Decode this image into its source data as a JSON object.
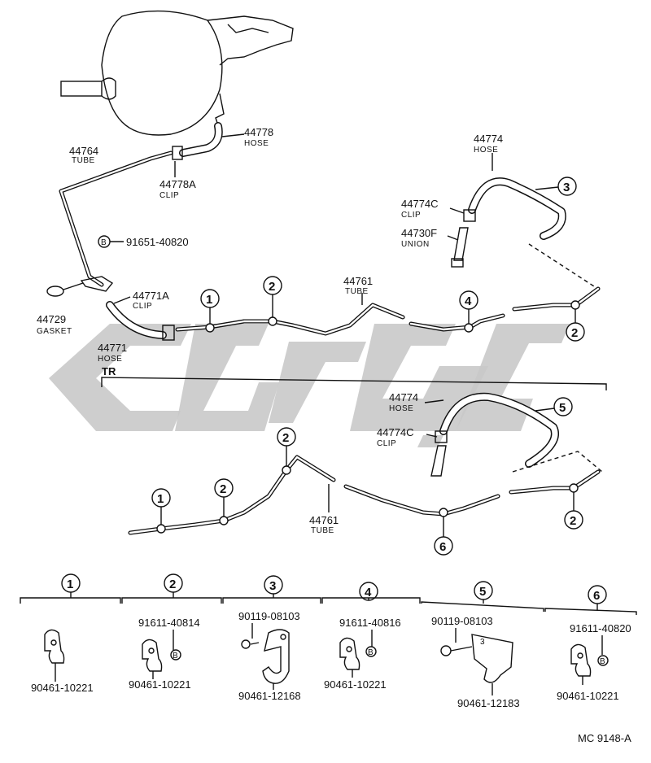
{
  "parts": {
    "p44778": {
      "number": "44778",
      "desc": "HOSE"
    },
    "p44764": {
      "number": "44764",
      "desc": "TUBE"
    },
    "p44778A": {
      "number": "44778A",
      "desc": "CLIP"
    },
    "p91651": {
      "number": "91651-40820"
    },
    "p44729": {
      "number": "44729",
      "desc": "GASKET"
    },
    "p44771A": {
      "number": "44771A",
      "desc": "CLIP"
    },
    "p44771": {
      "number": "44771",
      "desc": "HOSE"
    },
    "p44774_top": {
      "number": "44774",
      "desc": "HOSE"
    },
    "p44774C_top": {
      "number": "44774C",
      "desc": "CLIP"
    },
    "p44730F": {
      "number": "44730F",
      "desc": "UNION"
    },
    "p44761_top": {
      "number": "44761",
      "desc": "TUBE"
    },
    "p44774_bot": {
      "number": "44774",
      "desc": "HOSE"
    },
    "p44774C_bot": {
      "number": "44774C",
      "desc": "CLIP"
    },
    "p44761_bot": {
      "number": "44761",
      "desc": "TUBE"
    }
  },
  "bolt_mark": "B",
  "section_label": "TR",
  "callouts": [
    "1",
    "2",
    "3",
    "4",
    "5",
    "6"
  ],
  "details": [
    {
      "id": "1",
      "parts": [
        "90461-10221"
      ]
    },
    {
      "id": "2",
      "parts": [
        "91611-40814",
        "90461-10221"
      ]
    },
    {
      "id": "3",
      "parts": [
        "90119-08103",
        "90461-12168"
      ]
    },
    {
      "id": "4",
      "parts": [
        "91611-40816",
        "90461-10221"
      ]
    },
    {
      "id": "5",
      "parts": [
        "90119-08103",
        "90461-12183"
      ]
    },
    {
      "id": "6",
      "parts": [
        "91611-40820",
        "90461-10221"
      ]
    }
  ],
  "drawing_code": "MC 9148-A"
}
